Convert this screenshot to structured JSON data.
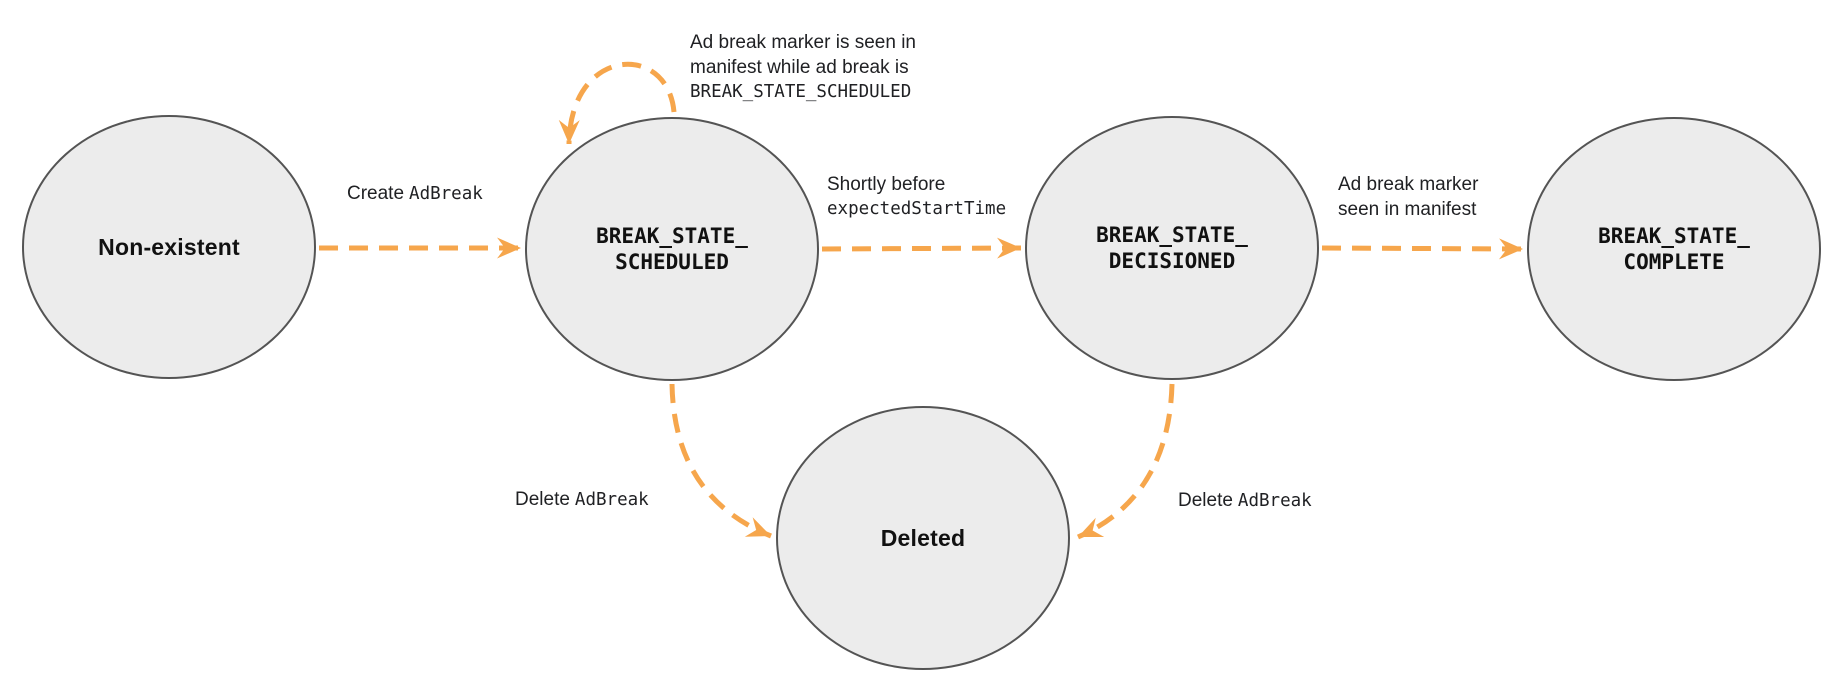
{
  "colors": {
    "arrow_orange": "#F6A64C",
    "node_fill": "#ECECEC",
    "node_border": "#545454",
    "label_text": "#202124"
  },
  "states": {
    "non_existent": {
      "label": "Non-existent"
    },
    "scheduled": {
      "line1": "BREAK_STATE_",
      "line2": "SCHEDULED"
    },
    "decisioned": {
      "line1": "BREAK_STATE_",
      "line2": "DECISIONED"
    },
    "complete": {
      "line1": "BREAK_STATE_",
      "line2": "COMPLETE"
    },
    "deleted": {
      "label": "Deleted"
    }
  },
  "edges": {
    "create": {
      "sans": "Create",
      "mono": "AdBreak"
    },
    "self_loop": {
      "line1": "Ad break marker is seen in",
      "line2": "manifest while ad break is",
      "line3": "BREAK_STATE_SCHEDULED"
    },
    "to_decisioned": {
      "line1_sans": "Shortly before",
      "line2_mono": "expectedStartTime"
    },
    "to_complete": {
      "line1": "Ad break marker",
      "line2": "seen in manifest"
    },
    "delete_left": {
      "sans": "Delete",
      "mono": "AdBreak"
    },
    "delete_right": {
      "sans": "Delete",
      "mono": "AdBreak"
    }
  }
}
